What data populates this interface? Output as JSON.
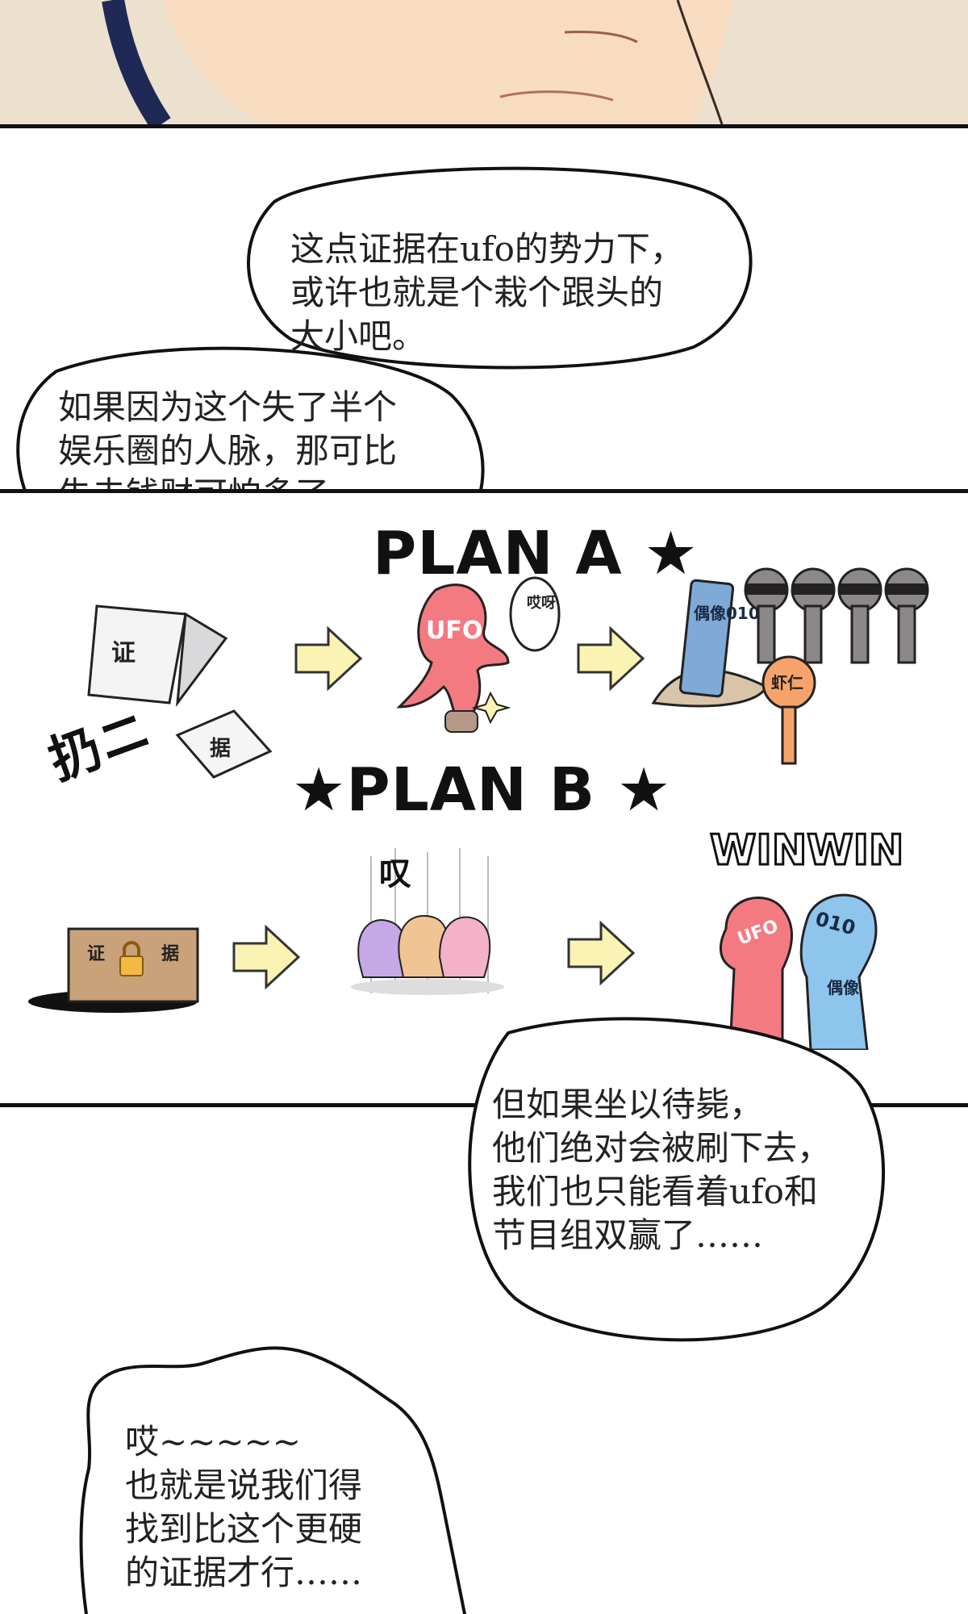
{
  "bubbles": {
    "top_right": "这点证据在ufo的势力下，\n或许也就是个栽个跟头的\n大小吧。",
    "top_left": "如果因为这个失了半个\n娱乐圈的人脉，那可比\n失去钱财可怕多了。",
    "mid_right": "但如果坐以待毙，\n他们绝对会被刷下去，\n我们也只能看着ufo和\n节目组双赢了……",
    "bottom_left": "哎~~~~~\n也就是说我们得\n找到比这个更硬\n的证据才行……"
  },
  "plan_a": {
    "title": "PLAN A ★",
    "paper_1": "证",
    "paper_2": "据",
    "sfx_throw": "扔ニ",
    "ufo_label": "UFO",
    "ufo_speech": "哎呀",
    "tombstone": "偶像010",
    "pin_label": "虾仁"
  },
  "plan_b": {
    "title": "★PLAN B ★",
    "box_left": "证",
    "box_right": "据",
    "sfx_sigh": "叹",
    "winwin": "WINWIN",
    "ufo_label": "UFO",
    "idol_label": "010",
    "idol_chars": "偶像"
  },
  "colors": {
    "panel_border": "#111111",
    "skin": "#efe4d2",
    "ufo_pink": "#f47a82",
    "idol_blue": "#8ec5ec",
    "arrow_yellow": "#fbf3b4",
    "pin_orange": "#f6a36b",
    "box_tan": "#c9a27a"
  }
}
